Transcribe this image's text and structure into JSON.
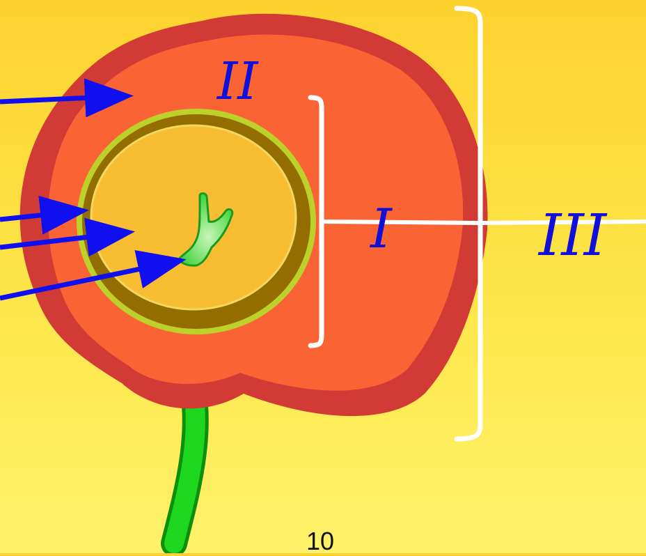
{
  "labels": {
    "pericarp": "II",
    "seed": "I",
    "fruit": "III"
  },
  "page_number": "10",
  "colors": {
    "background_top": "#fdd22f",
    "background_bottom": "#fef26a",
    "fruit_outer_skin": "#d23a36",
    "fruit_flesh": "#fa6334",
    "seed_coat": "#946d00",
    "seed_coat_edge": "#bcd12a",
    "endosperm": "#f8bd33",
    "embryo": "#3ed23a",
    "stalk": "#1fd61f",
    "arrows": "#1010ee",
    "brackets": "#ffffff",
    "label_text": "#1010d8"
  },
  "icons": {
    "arrow": "arrow-right-icon",
    "bracket": "bracket-right-icon"
  }
}
